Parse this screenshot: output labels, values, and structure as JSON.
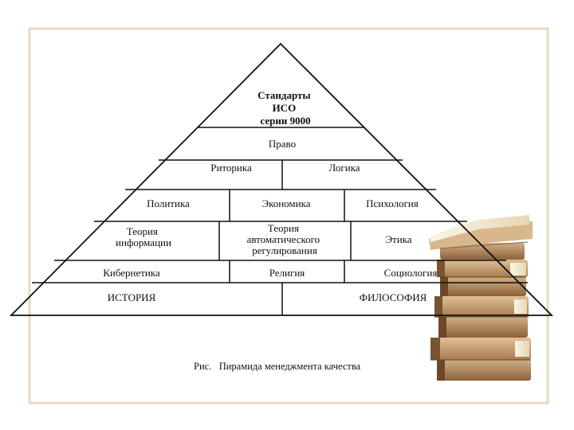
{
  "pyramid": {
    "apex": [
      "Стандарты",
      "ИСО",
      "серии 9000"
    ],
    "level_2": [
      "Право"
    ],
    "level_3": [
      "Риторика",
      "Логика"
    ],
    "level_4": [
      "Политика",
      "Экономика",
      "Психология"
    ],
    "level_5": [
      [
        "Теория",
        "информации"
      ],
      [
        "Теория",
        "автоматического",
        "регулирования"
      ],
      [
        "Этика"
      ]
    ],
    "level_6": [
      "Кибернетика",
      "Религия",
      "Социология"
    ],
    "level_7": [
      "ИСТОРИЯ",
      "ФИЛОСОФИЯ"
    ]
  },
  "caption": "Рис.   Пирамида менеджмента качества",
  "colors": {
    "frame_border": "#e8d9c0",
    "line": "#111111",
    "book_warm": "#c9a27a",
    "book_dark": "#7a5230",
    "page_edge": "#f1e6cf"
  }
}
